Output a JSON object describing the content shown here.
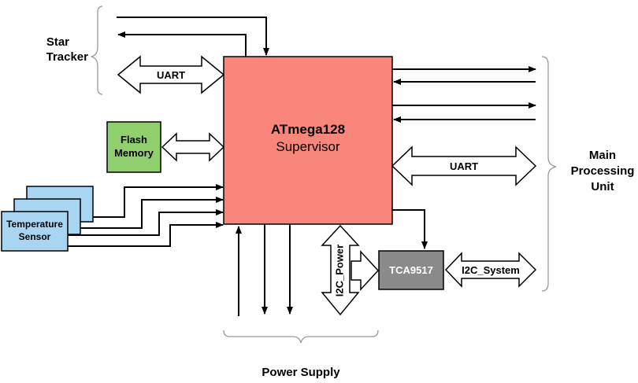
{
  "labels": {
    "star_tracker_line1": "Star",
    "star_tracker_line2": "Tracker",
    "uart_left": "UART",
    "uart_right": "UART",
    "flash_line1": "Flash",
    "flash_line2": "Memory",
    "mcu_name": "ATmega128",
    "mcu_role": "Supervisor",
    "temp_line1": "Temperature",
    "temp_line2": "Sensor",
    "i2c_power": "I2C_Power",
    "tca": "TCA9517",
    "i2c_system": "I2C_System",
    "main_line1": "Main",
    "main_line2": "Processing",
    "main_line3": "Unit",
    "power_supply": "Power Supply"
  },
  "colors": {
    "mcu_fill": "#f8867a",
    "flash_fill": "#8fcf6e",
    "sensor_fill": "#a8d6f2",
    "tca_fill": "#8a8a8a",
    "line": "#000000"
  }
}
